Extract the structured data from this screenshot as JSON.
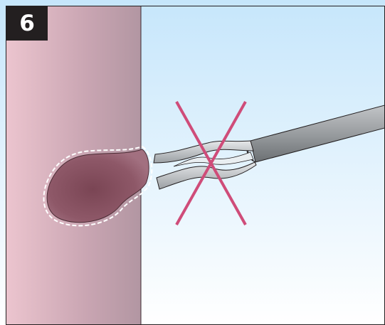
{
  "step": {
    "number": "6"
  },
  "colors": {
    "wall_light": "#e8c1cc",
    "wall_dark": "#b69aa6",
    "background_top": "#c6e6fb",
    "background_bottom": "#ffffff",
    "polyp_fill": "#8b5766",
    "instrument_gray": "#9ea2a5",
    "forbidden_mark": "#cf4c79",
    "border": "#231f20"
  },
  "icons": [
    "tissue-wall",
    "polyp-lesion",
    "dashed-outline",
    "forceps-instrument",
    "forbidden-x-mark"
  ]
}
